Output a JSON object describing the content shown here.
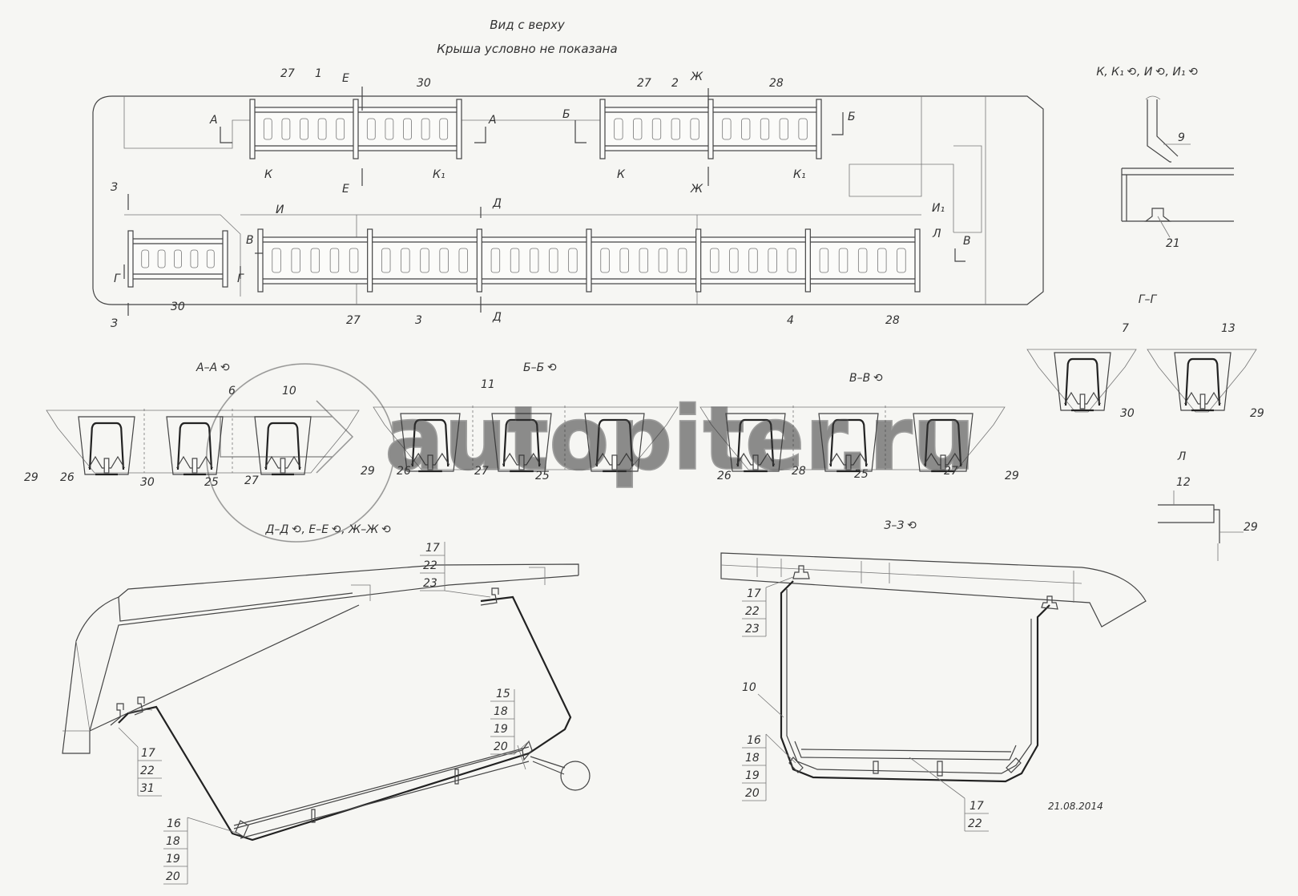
{
  "title": {
    "line1": "Вид с верху",
    "line2": "Крыша условно не показана"
  },
  "detail_header": "К, К₁ ⟲, И ⟲, И₁ ⟲",
  "section_labels": {
    "aa": "А–А ⟲",
    "bb": "Б–Б ⟲",
    "vv": "В–В ⟲",
    "gg": "Г–Г",
    "l": "Л",
    "dd": "Д–Д ⟲, Е–Е ⟲, Ж–Ж ⟲",
    "zz": "З–З ⟲"
  },
  "cut_marks": {
    "A": "А",
    "B": "Б",
    "V": "В",
    "G": "Г",
    "D": "Д",
    "E": "Е",
    "Zh": "Ж",
    "Z": "З",
    "I": "И",
    "I1": "И₁",
    "K": "К",
    "K1": "К₁",
    "L": "Л"
  },
  "part_numbers": {
    "p1": "1",
    "p2": "2",
    "p3": "3",
    "p4": "4",
    "p6": "6",
    "p7": "7",
    "p9": "9",
    "p10": "10",
    "p11": "11",
    "p12": "12",
    "p13": "13",
    "p15": "15",
    "p16": "16",
    "p17": "17",
    "p18": "18",
    "p19": "19",
    "p20": "20",
    "p21": "21",
    "p22": "22",
    "p23": "23",
    "p25": "25",
    "p26": "26",
    "p27": "27",
    "p28": "28",
    "p29": "29",
    "p30": "30",
    "p31": "31"
  },
  "date": "21.08.2014",
  "watermark": "autopiter.ru",
  "colors": {
    "line": "#444444",
    "watermark": "#d9d9d6"
  }
}
